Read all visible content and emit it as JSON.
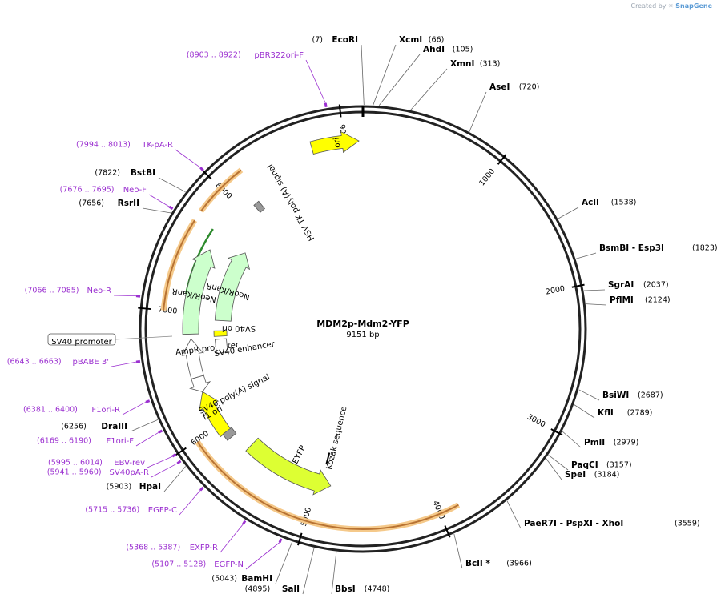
{
  "watermark": {
    "prefix": "Created by",
    "brand": "SnapGene"
  },
  "plasmid": {
    "name": "MDM2p-Mdm2-YFP",
    "length_label": "9151 bp",
    "length": 9151
  },
  "colors": {
    "ori": "#ffff00",
    "resistance": "#ccffcc",
    "yfp": "#ddff33",
    "promoter": "#ffffff",
    "polyA": "#999999",
    "sv40ori": "#ffff00",
    "primer": "#9b30d0",
    "orf": "#b87333",
    "orf_glow": "#f5c98a",
    "orf2": "#2e8b2e"
  },
  "ticks": [
    "1000",
    "2000",
    "3000",
    "4000",
    "5000",
    "6000",
    "7000",
    "8000",
    "9000"
  ],
  "enzymes": [
    {
      "name": "EcoRI",
      "pos": "(7)",
      "bp": 7,
      "side": "left"
    },
    {
      "name": "XcmI",
      "pos": "(66)",
      "bp": 66,
      "side": "right"
    },
    {
      "name": "AhdI",
      "pos": "(105)",
      "bp": 105,
      "side": "right"
    },
    {
      "name": "XmnI",
      "pos": "(313)",
      "bp": 313,
      "side": "right"
    },
    {
      "name": "AseI",
      "pos": "(720)",
      "bp": 720,
      "side": "right"
    },
    {
      "name": "AclI",
      "pos": "(1538)",
      "bp": 1538,
      "side": "right"
    },
    {
      "name": "BsmBI   - Esp3I",
      "pos": "(1823)",
      "bp": 1823,
      "side": "right"
    },
    {
      "name": "SgrAI",
      "pos": "(2037)",
      "bp": 2037,
      "side": "right"
    },
    {
      "name": "PflMI",
      "pos": "(2124)",
      "bp": 2124,
      "side": "right"
    },
    {
      "name": "BsiWI",
      "pos": "(2687)",
      "bp": 2687,
      "side": "right"
    },
    {
      "name": "KflI",
      "pos": "(2789)",
      "bp": 2789,
      "side": "right"
    },
    {
      "name": "PmlI",
      "pos": "(2979)",
      "bp": 2979,
      "side": "right"
    },
    {
      "name": "PaqCI",
      "pos": "(3157)",
      "bp": 3157,
      "side": "right"
    },
    {
      "name": "SpeI",
      "pos": "(3184)",
      "bp": 3184,
      "side": "right"
    },
    {
      "name": "PaeR7I   - PspXI   - XhoI",
      "pos": "(3559)",
      "bp": 3559,
      "side": "right"
    },
    {
      "name": "BclI *",
      "pos": "(3966)",
      "bp": 3966,
      "side": "right"
    },
    {
      "name": "BbsI",
      "pos": "(4748)",
      "bp": 4748,
      "side": "right"
    },
    {
      "name": "SalI",
      "pos": "(4895)",
      "bp": 4895,
      "side": "left"
    },
    {
      "name": "BamHI",
      "pos": "(5043)",
      "bp": 5043,
      "side": "left"
    },
    {
      "name": "HpaI",
      "pos": "(5903)",
      "bp": 5903,
      "side": "left"
    },
    {
      "name": "DraIII",
      "pos": "(6256)",
      "bp": 6256,
      "side": "left"
    },
    {
      "name": "RsrII",
      "pos": "(7656)",
      "bp": 7656,
      "side": "left"
    },
    {
      "name": "BstBI",
      "pos": "(7822)",
      "bp": 7822,
      "side": "left"
    }
  ],
  "primers": [
    {
      "name": "pBR322ori-F",
      "range": "(8903 .. 8922)",
      "bp": 8912
    },
    {
      "name": "TK-pA-R",
      "range": "(7994 .. 8013)",
      "bp": 8003
    },
    {
      "name": "Neo-F",
      "range": "(7676 .. 7695)",
      "bp": 7685
    },
    {
      "name": "Neo-R",
      "range": "(7066 .. 7085)",
      "bp": 7075
    },
    {
      "name": "pBABE 3'",
      "range": "(6643 .. 6663)",
      "bp": 6653
    },
    {
      "name": "F1ori-R",
      "range": "(6381 .. 6400)",
      "bp": 6390
    },
    {
      "name": "F1ori-F",
      "range": "(6169 .. 6190)",
      "bp": 6180
    },
    {
      "name": "EBV-rev",
      "range": "(5995 .. 6014)",
      "bp": 6004
    },
    {
      "name": "SV40pA-R",
      "range": "(5941 .. 5960)",
      "bp": 5950
    },
    {
      "name": "EGFP-C",
      "range": "(5715 .. 5736)",
      "bp": 5725
    },
    {
      "name": "EXFP-R",
      "range": "(5368 .. 5387)",
      "bp": 5377
    },
    {
      "name": "EGFP-N",
      "range": "(5107 .. 5128)",
      "bp": 5117
    }
  ],
  "features": [
    {
      "label": "ori",
      "type": "ori"
    },
    {
      "label": "HSV TK poly(A) signal",
      "type": "polyA"
    },
    {
      "label": "NeoR/KanR",
      "type": "resistance"
    },
    {
      "label": "NeoR/KanR",
      "type": "resistance"
    },
    {
      "label": "AmpR promoter",
      "type": "promoter"
    },
    {
      "label": "SV40 ori",
      "type": "sv40ori"
    },
    {
      "label": "SV40 enhancer",
      "type": "promoter"
    },
    {
      "label": "SV40 promoter",
      "type": "promoter",
      "boxed": true
    },
    {
      "label": "f1 ori",
      "type": "ori"
    },
    {
      "label": "SV40 poly(A) signal",
      "type": "polyA"
    },
    {
      "label": "Kozak sequence",
      "type": "misc"
    },
    {
      "label": "EYFP",
      "type": "yfp"
    }
  ]
}
